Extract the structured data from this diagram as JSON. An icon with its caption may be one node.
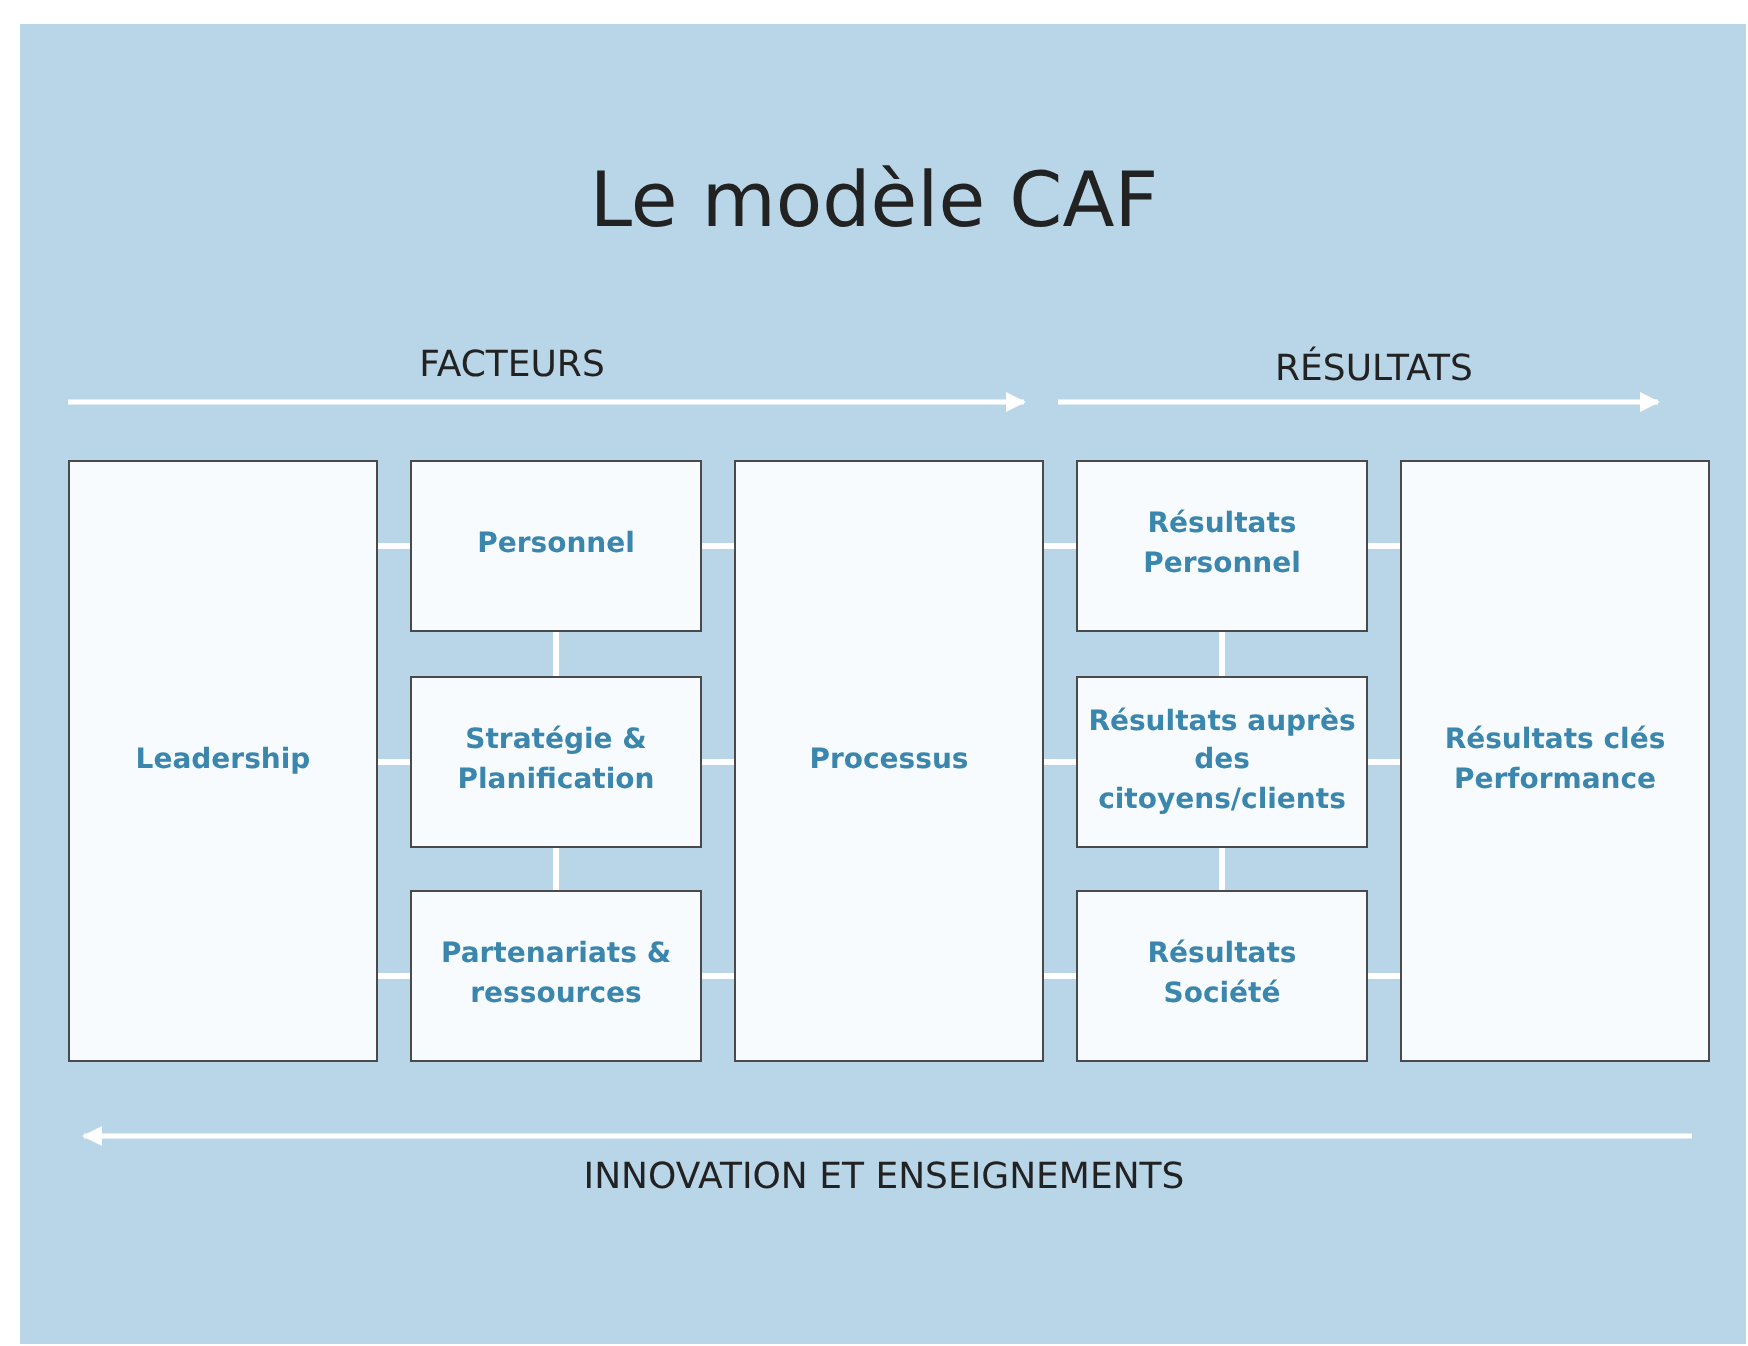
{
  "diagram": {
    "title": "Le modèle CAF",
    "nodes": [
      {
        "text": [
          "Leadership"
        ]
      },
      {
        "text": [
          "Personnel"
        ]
      },
      {
        "text": [
          "Stratégie & Planification"
        ]
      },
      {
        "text": [
          "Partenariats & ressources"
        ]
      },
      {
        "text": [
          "Processus"
        ]
      },
      {
        "text": [
          "Résultats Personnel"
        ]
      },
      {
        "text": [
          "Résultats auprès des citoyens/clients"
        ]
      },
      {
        "text": [
          "Résultats Société"
        ]
      },
      {
        "text": [
          "Résultats clés Performance"
        ]
      }
    ],
    "edges": [
      {
        "from": 0,
        "to": 1,
        "arrow": "none"
      },
      {
        "from": 0,
        "to": 2,
        "arrow": "none"
      },
      {
        "from": 0,
        "to": 3,
        "arrow": "none"
      },
      {
        "from": 1,
        "to": 2,
        "arrow": "none"
      },
      {
        "from": 2,
        "to": 3,
        "arrow": "none"
      },
      {
        "from": 1,
        "to": 4,
        "arrow": "none"
      },
      {
        "from": 2,
        "to": 4,
        "arrow": "none"
      },
      {
        "from": 3,
        "to": 4,
        "arrow": "none"
      },
      {
        "from": 4,
        "to": 5,
        "arrow": "none"
      },
      {
        "from": 4,
        "to": 6,
        "arrow": "none"
      },
      {
        "from": 4,
        "to": 7,
        "arrow": "none"
      },
      {
        "from": 5,
        "to": 6,
        "arrow": "none"
      },
      {
        "from": 6,
        "to": 7,
        "arrow": "none"
      },
      {
        "from": 5,
        "to": 8,
        "arrow": "none"
      },
      {
        "from": 6,
        "to": 8,
        "arrow": "none"
      },
      {
        "from": 7,
        "to": 8,
        "arrow": "none"
      }
    ],
    "labels": [
      "FACTEURS",
      "RÉSULTATS",
      "INNOVATION ET ENSEIGNEMENTS"
    ]
  }
}
